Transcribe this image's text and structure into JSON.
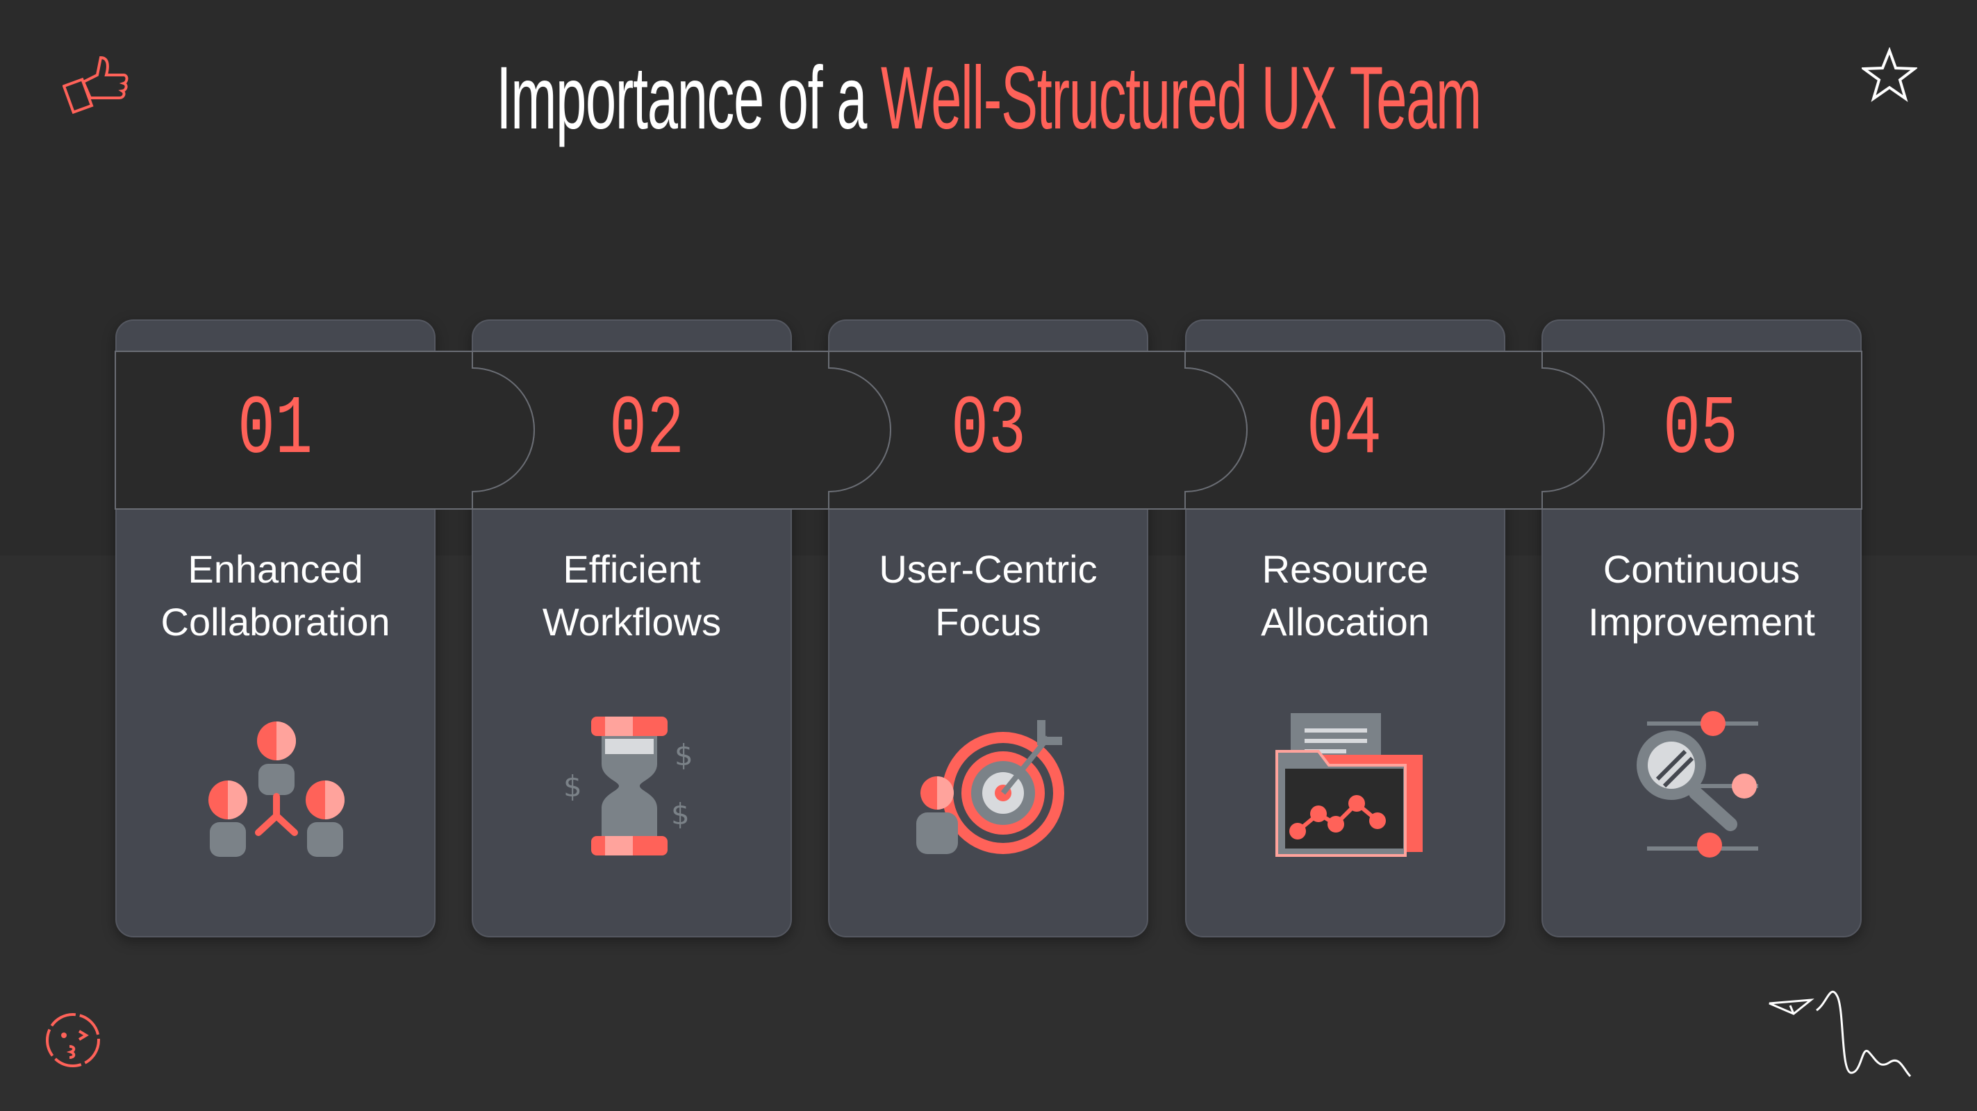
{
  "title": {
    "prefix": "Importance of a ",
    "highlight": "Well-Structured UX Team"
  },
  "colors": {
    "background": "#2b2b2b",
    "card": "#454850",
    "accent": "#ff6259",
    "icon_gray": "#7b8288"
  },
  "cards": [
    {
      "number": "01",
      "line1": "Enhanced",
      "line2": "Collaboration",
      "icon": "team-collaboration-icon"
    },
    {
      "number": "02",
      "line1": "Efficient",
      "line2": "Workflows",
      "icon": "hourglass-money-icon"
    },
    {
      "number": "03",
      "line1": "User-Centric",
      "line2": "Focus",
      "icon": "user-target-icon"
    },
    {
      "number": "04",
      "line1": "Resource",
      "line2": "Allocation",
      "icon": "folder-chart-icon"
    },
    {
      "number": "05",
      "line1": "Continuous",
      "line2": "Improvement",
      "icon": "magnifier-sliders-icon"
    }
  ]
}
